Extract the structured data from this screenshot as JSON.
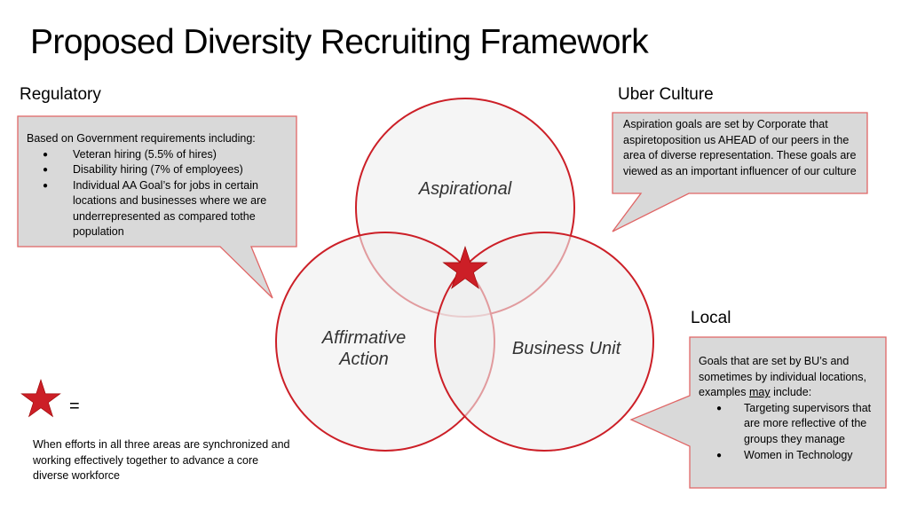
{
  "title": "Proposed Diversity Recruiting Framework",
  "regulatory": {
    "heading": "Regulatory",
    "intro": "Based on Government requirements including:",
    "items": [
      "Veteran hiring (5.5% of hires)",
      "Disability hiring (7% of employees)",
      "Individual AA Goal’s for jobs in certain locations and businesses where we are underrepresented as compared tothe population"
    ]
  },
  "uber_culture": {
    "heading": "Uber Culture",
    "text": "Aspiration goals are set by Corporate that aspiretoposition us AHEAD of our peers in the area of diverse representation.    These goals are viewed as an important influencer of our culture"
  },
  "local": {
    "heading": "Local",
    "intro_before": "Goals that are set by BU’s and sometimes by individual locations, examples ",
    "intro_underlined": "may",
    "intro_after": " include:",
    "items": [
      "Targeting supervisors that are more reflective of the groups they manage",
      "Women in Technology"
    ]
  },
  "circles": {
    "top": "Aspirational",
    "left_line1": "Affirmative",
    "left_line2": "Action",
    "right": "Business Unit"
  },
  "legend": {
    "equals": "=",
    "text": "When efforts in all three areas are synchronized and working effectively together to advance a core diverse workforce"
  },
  "colors": {
    "accent_red": "#cc1f27",
    "outline_red": "#e06666",
    "circle_fill": "#efefef",
    "callout_fill": "#d9d9d9"
  }
}
